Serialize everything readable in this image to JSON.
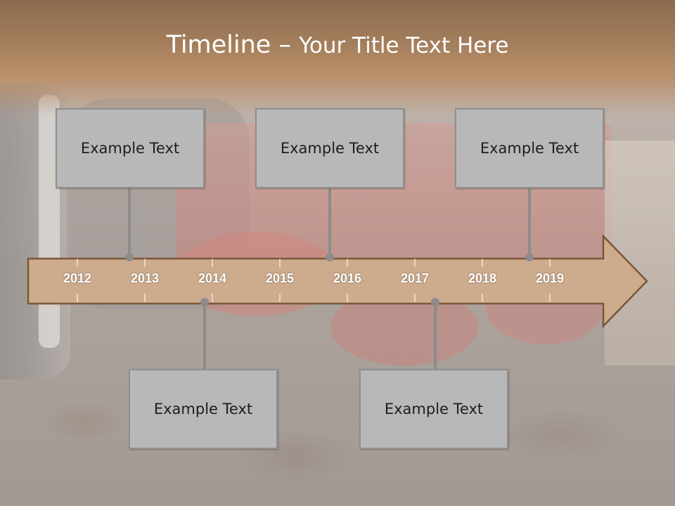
{
  "slide": {
    "title_main": "Timeline – ",
    "title_sub": "Your Title Text Here"
  },
  "timeline": {
    "years": [
      "2012",
      "2013",
      "2014",
      "2015",
      "2016",
      "2017",
      "2018",
      "2019"
    ],
    "arrow_color": "#cdac8e",
    "arrow_border": "#7a5638",
    "callout_fill": "#b8b8b8",
    "connector_color": "#8c8c8c"
  },
  "callouts": {
    "top": [
      {
        "text": "Example Text"
      },
      {
        "text": "Example Text"
      },
      {
        "text": "Example Text"
      }
    ],
    "bottom": [
      {
        "text": "Example Text"
      },
      {
        "text": "Example Text"
      }
    ]
  }
}
